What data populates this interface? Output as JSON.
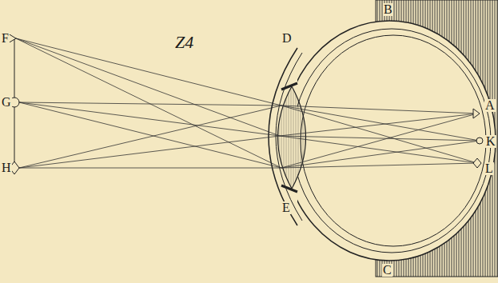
{
  "diagram": {
    "labels": [
      "F",
      "Z4",
      "D",
      "B",
      "G",
      "A",
      "K",
      "L",
      "H",
      "E",
      "C"
    ]
  }
}
